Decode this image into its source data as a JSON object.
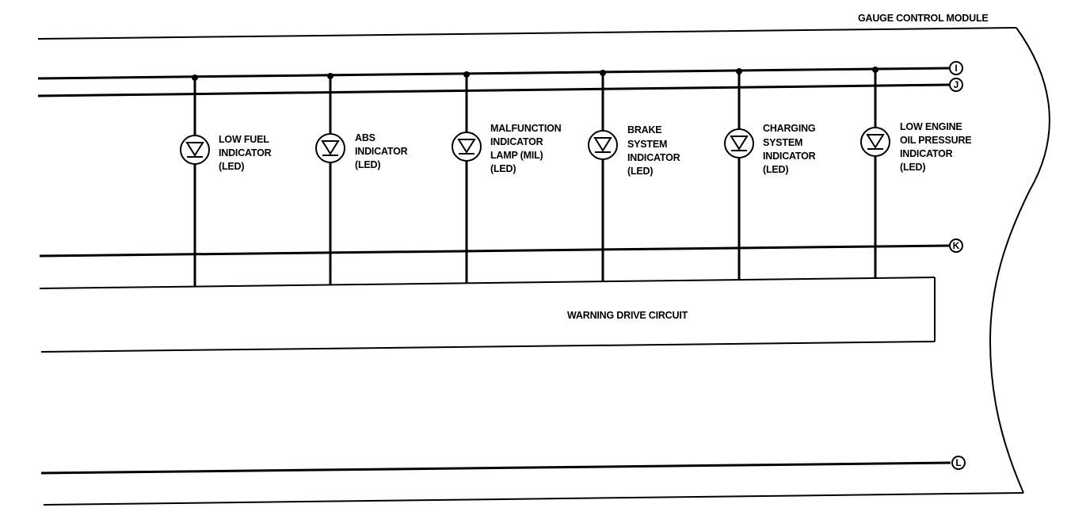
{
  "module_title": "GAUGE CONTROL MODULE",
  "drive_circuit_label": "WARNING DRIVE CIRCUIT",
  "terminals": {
    "I": "I",
    "J": "J",
    "K": "K",
    "L": "L"
  },
  "indicators": [
    {
      "lines": [
        "LOW FUEL",
        "INDICATOR",
        "(LED)"
      ]
    },
    {
      "lines": [
        "ABS",
        "INDICATOR",
        "(LED)"
      ]
    },
    {
      "lines": [
        "MALFUNCTION",
        "INDICATOR",
        "LAMP (MIL)",
        "(LED)"
      ]
    },
    {
      "lines": [
        "BRAKE",
        "SYSTEM",
        "INDICATOR",
        "(LED)"
      ]
    },
    {
      "lines": [
        "CHARGING",
        "SYSTEM",
        "INDICATOR",
        "(LED)"
      ]
    },
    {
      "lines": [
        "LOW ENGINE",
        "OIL PRESSURE",
        "INDICATOR",
        "(LED)"
      ]
    }
  ]
}
